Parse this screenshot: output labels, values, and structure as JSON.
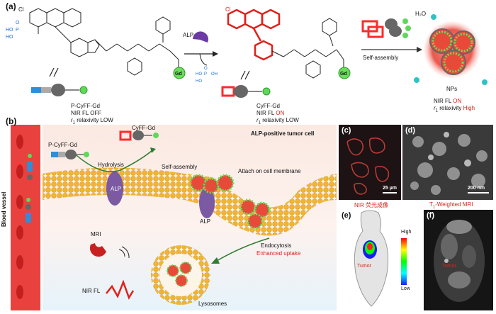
{
  "panel_a": {
    "label": "(a)",
    "structure_cl": "Cl",
    "structure_phos": [
      "HO",
      "P",
      "O",
      "HO"
    ],
    "structure_gd": "Gd",
    "enzyme": "ALP",
    "byproduct": [
      "HO",
      "P",
      "O",
      "HO",
      "OH"
    ],
    "compound1": {
      "name": "P-CyFF-Gd",
      "line1_prefix": "NIR FL ",
      "line1_state": "OFF",
      "line2_sym": "r",
      "line2_sub": "1",
      "line2_text": " relaxivity LOW"
    },
    "compound2": {
      "name": "CyFF-Gd",
      "line1_prefix": "NIR FL ",
      "line1_state": "ON",
      "line2_sym": "r",
      "line2_sub": "1",
      "line2_text": " relaxivity LOW"
    },
    "self_assembly": "Self-assembly",
    "water": "H₂O",
    "nps": {
      "name": "NPs",
      "line1_prefix": "NIR FL ",
      "line1_state": "ON",
      "line2_sym": "r",
      "line2_sub": "1",
      "line2_text": " relaxivity ",
      "line2_state": "High"
    }
  },
  "panel_b": {
    "label": "(b)",
    "vessel": "Blood vessel",
    "tumor_cell": "ALP-positive tumor cell",
    "p_cyff": "P-CyFF-Gd",
    "cyff": "CyFF-Gd",
    "hydrolysis": "Hydrolysis",
    "self_assembly": "Self-assembly",
    "attach": "Attach on cell membrane",
    "alp1": "ALP",
    "alp2": "ALP",
    "mri": "MRI",
    "nir": "NIR FL",
    "endocytosis": "Endocytosis",
    "uptake": "Enhanced uptake",
    "lysosomes": "Lysosomes"
  },
  "panel_c": {
    "label": "(c)",
    "scale": "25 µm",
    "caption": "NIR 荧光成像"
  },
  "panel_d": {
    "label": "(d)",
    "scale": "200 nm",
    "caption_prefix": "T",
    "caption_sub": "1",
    "caption_suffix": "-Weighted MRI"
  },
  "panel_e": {
    "label": "(e)",
    "high": "High",
    "low": "Low",
    "tumor": "Tumor"
  },
  "panel_f": {
    "label": "(f)",
    "tumor": "Tumor"
  },
  "colors": {
    "red": "#e0201a",
    "membrane": "#f2b531",
    "vessel": "#e9413e"
  }
}
